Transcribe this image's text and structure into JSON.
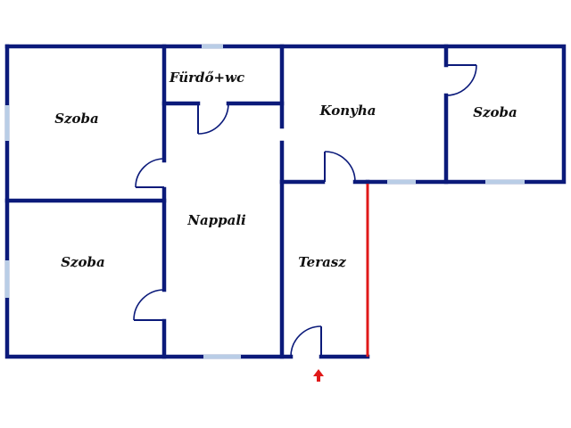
{
  "rooms": {
    "szoba_top_left": "Szoba",
    "furdo_wc": "Fürdő+wc",
    "konyha": "Konyha",
    "szoba_right": "Szoba",
    "nappali": "Nappali",
    "szoba_bottom_left": "Szoba",
    "terasz": "Terasz"
  },
  "colors": {
    "wall": "#0b1a7a",
    "window": "#b9cde6",
    "glass_wall": "#e01919",
    "entrance_arrow": "#e01919"
  },
  "icons": {
    "entrance": "arrow-up-icon"
  }
}
